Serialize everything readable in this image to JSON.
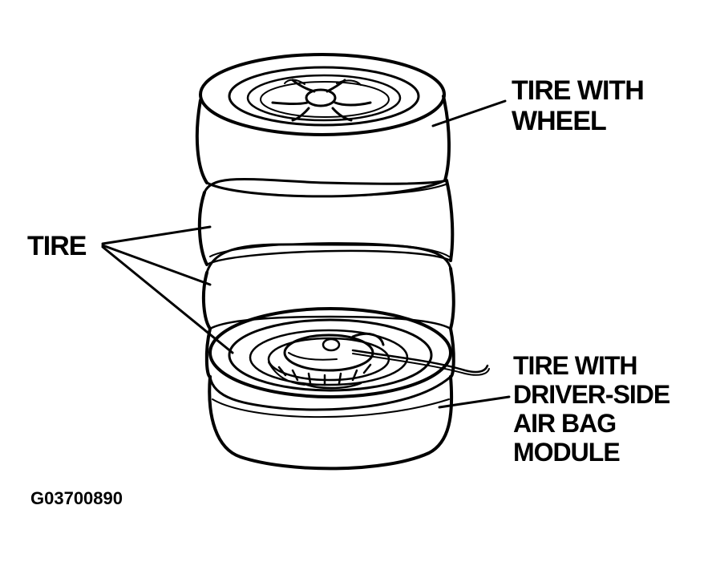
{
  "labels": {
    "tire_with_wheel": [
      "TIRE WITH",
      "WHEEL"
    ],
    "tire": "TIRE",
    "tire_with_airbag": [
      "TIRE WITH",
      "DRIVER-SIDE",
      "AIR BAG",
      "MODULE"
    ],
    "figure_code": "G03700890"
  },
  "colors": {
    "ink": "#000000",
    "paper": "#ffffff"
  }
}
